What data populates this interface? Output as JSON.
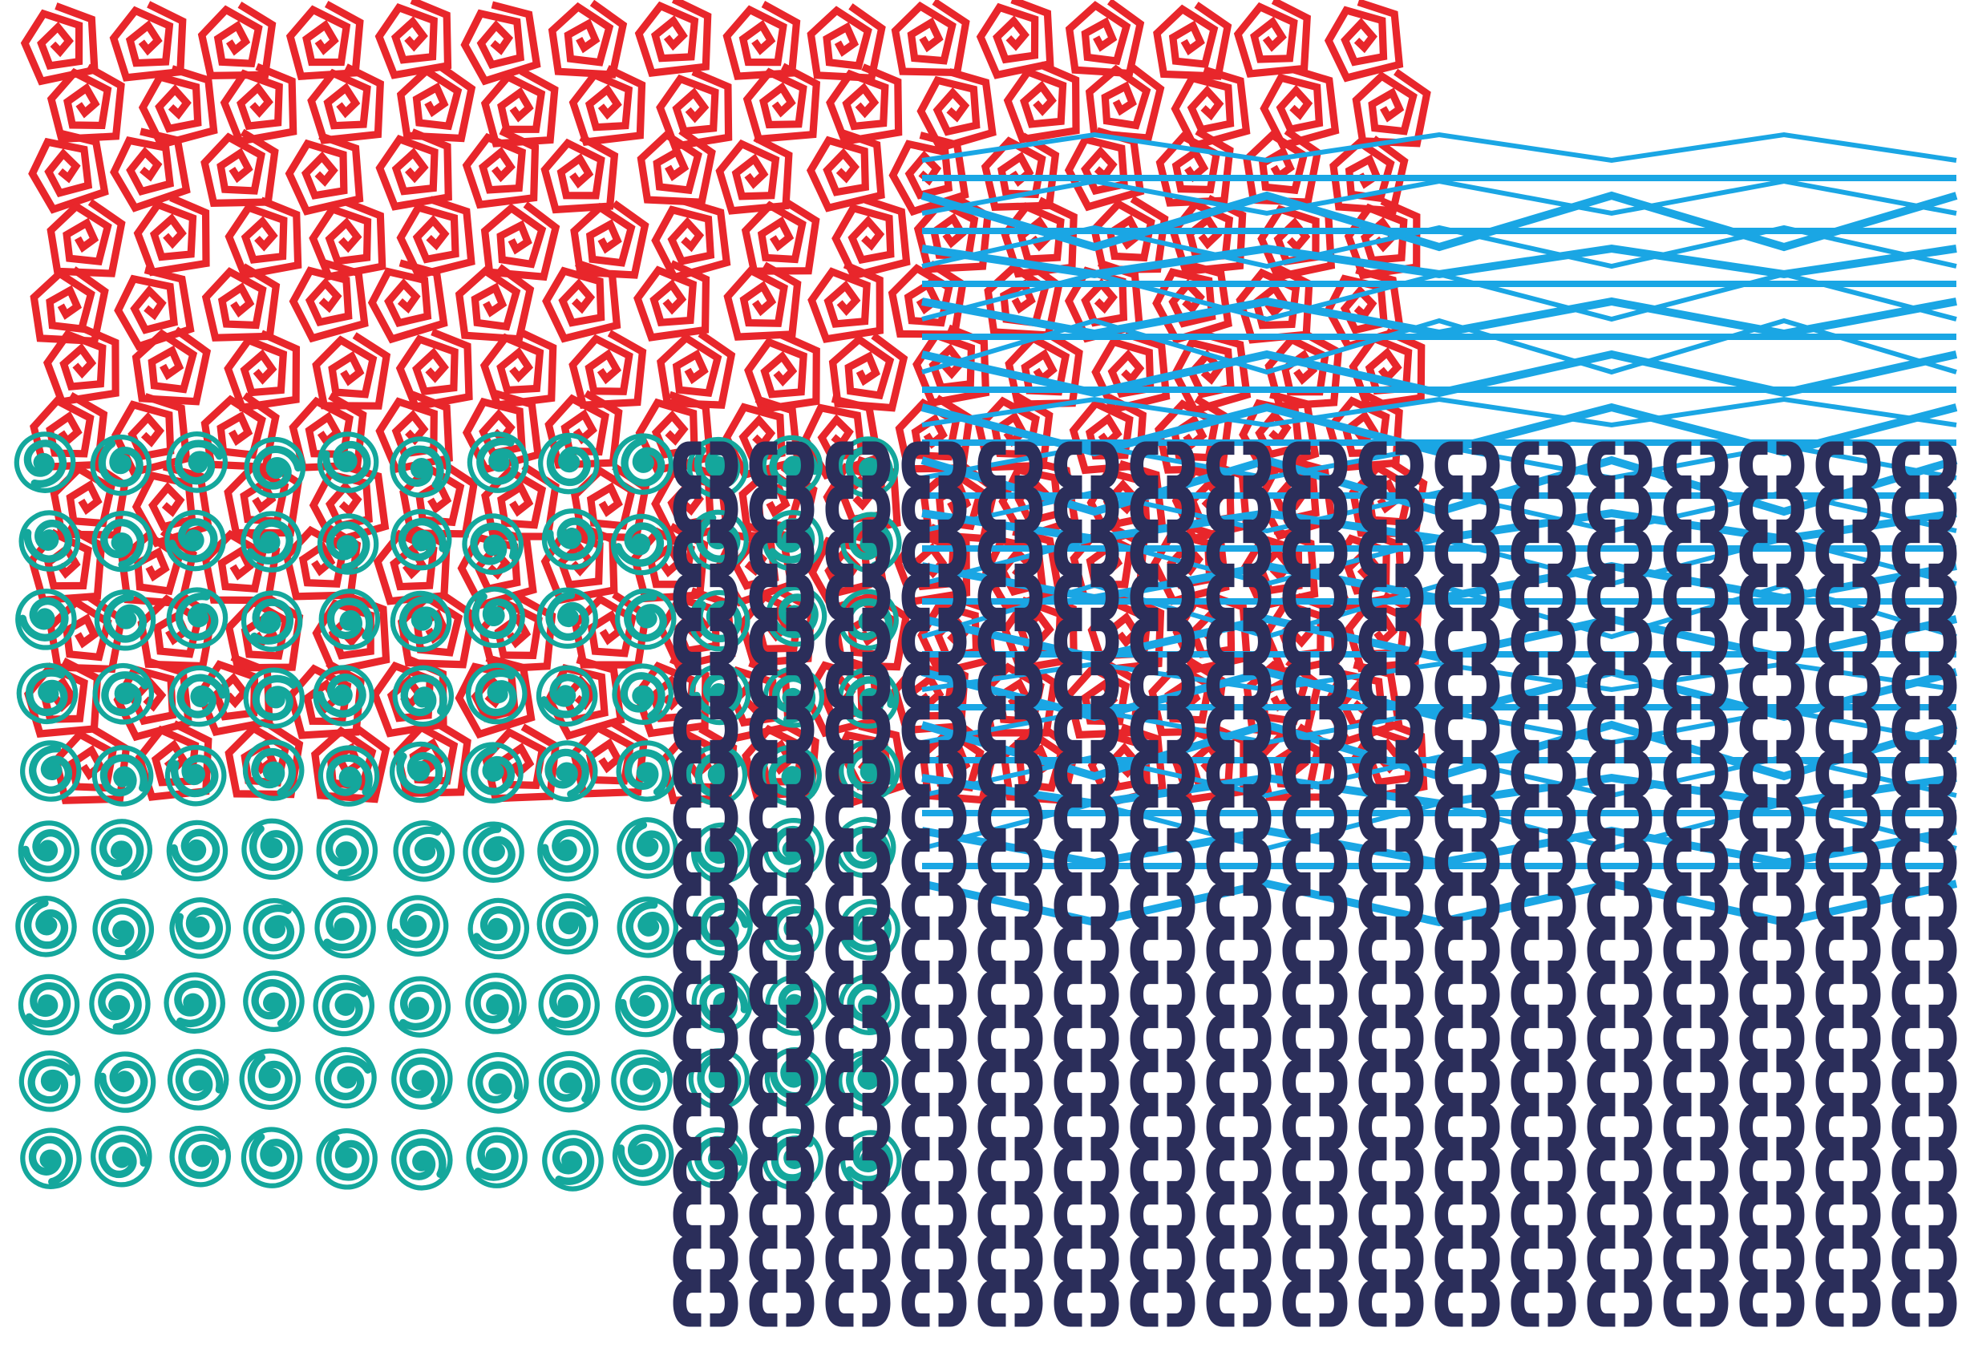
{
  "artwork": {
    "background": "#ffffff",
    "layers": [
      {
        "name": "red-square-spirals",
        "motif": "square-spiral-icon",
        "color": "#e8262b",
        "opacity": 1
      },
      {
        "name": "cyan-zigzag-lines",
        "motif": "zigzag-line-icon",
        "color": "#1aa6e4",
        "opacity": 1
      },
      {
        "name": "teal-round-spirals",
        "motif": "round-spiral-icon",
        "color": "#14a79c",
        "opacity": 1
      },
      {
        "name": "navy-chain-links",
        "motif": "c-link-icon",
        "color": "#2b2e5a",
        "opacity": 1
      }
    ]
  }
}
